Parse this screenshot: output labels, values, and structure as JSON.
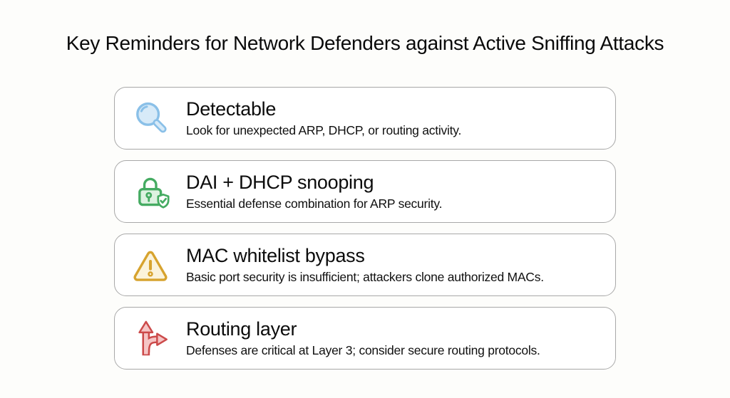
{
  "page": {
    "title": "Key Reminders for Network Defenders against Active Sniffing Attacks",
    "background_color": "#FDFDFB",
    "card_border_color": "#A8A8A8"
  },
  "cards": [
    {
      "title": "Detectable",
      "description": "Look for unexpected ARP, DHCP, or routing activity.",
      "icon": "magnifier-icon",
      "accent_color": "#8AC0E8",
      "fill_color": "#D7EAF8"
    },
    {
      "title": "DAI + DHCP snooping",
      "description": "Essential defense combination for ARP security.",
      "icon": "lock-shield-icon",
      "accent_color": "#45AB62",
      "fill_color": "#DDF2E1"
    },
    {
      "title": "MAC whitelist bypass",
      "description": "Basic port security is insufficient; attackers clone authorized MACs.",
      "icon": "warning-triangle-icon",
      "accent_color": "#D7A32E",
      "fill_color": "#FBF3DB"
    },
    {
      "title": "Routing layer",
      "description": "Defenses are critical at Layer 3; consider secure routing protocols.",
      "icon": "route-branch-icon",
      "accent_color": "#CC4A4A",
      "fill_color": "#F5C5C5"
    }
  ]
}
